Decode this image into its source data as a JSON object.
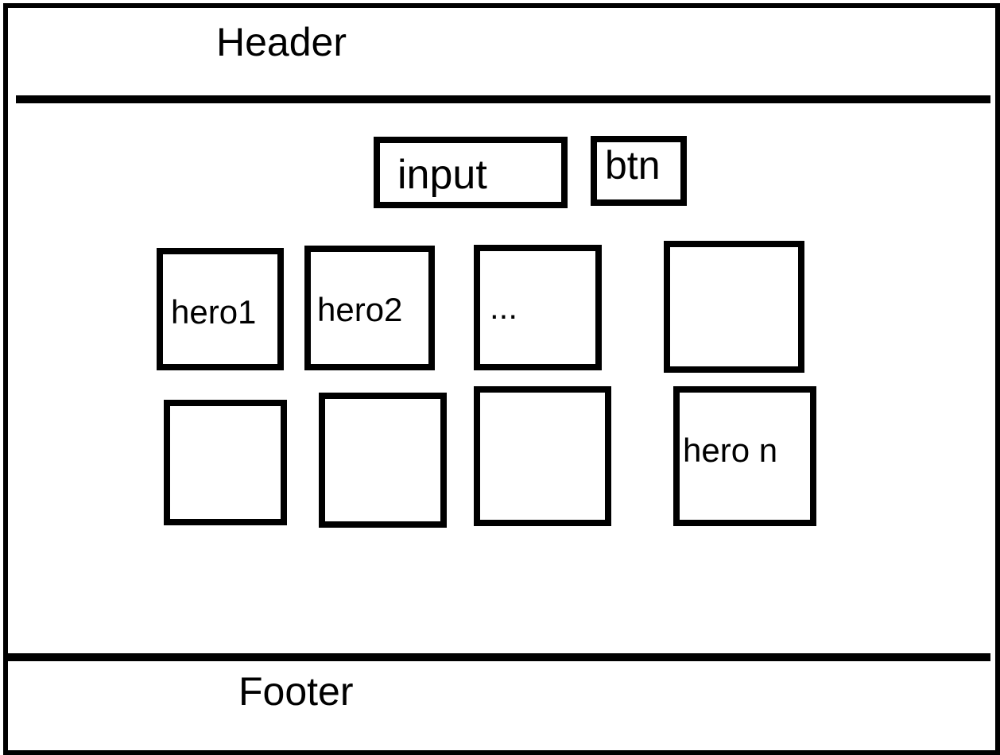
{
  "header": {
    "label": "Header"
  },
  "footer": {
    "label": "Footer"
  },
  "search": {
    "input_label": "input",
    "button_label": "btn"
  },
  "heroes": [
    {
      "label": "hero1"
    },
    {
      "label": "hero2"
    },
    {
      "label": "..."
    },
    {
      "label": ""
    },
    {
      "label": ""
    },
    {
      "label": ""
    },
    {
      "label": ""
    },
    {
      "label": "hero n"
    }
  ]
}
